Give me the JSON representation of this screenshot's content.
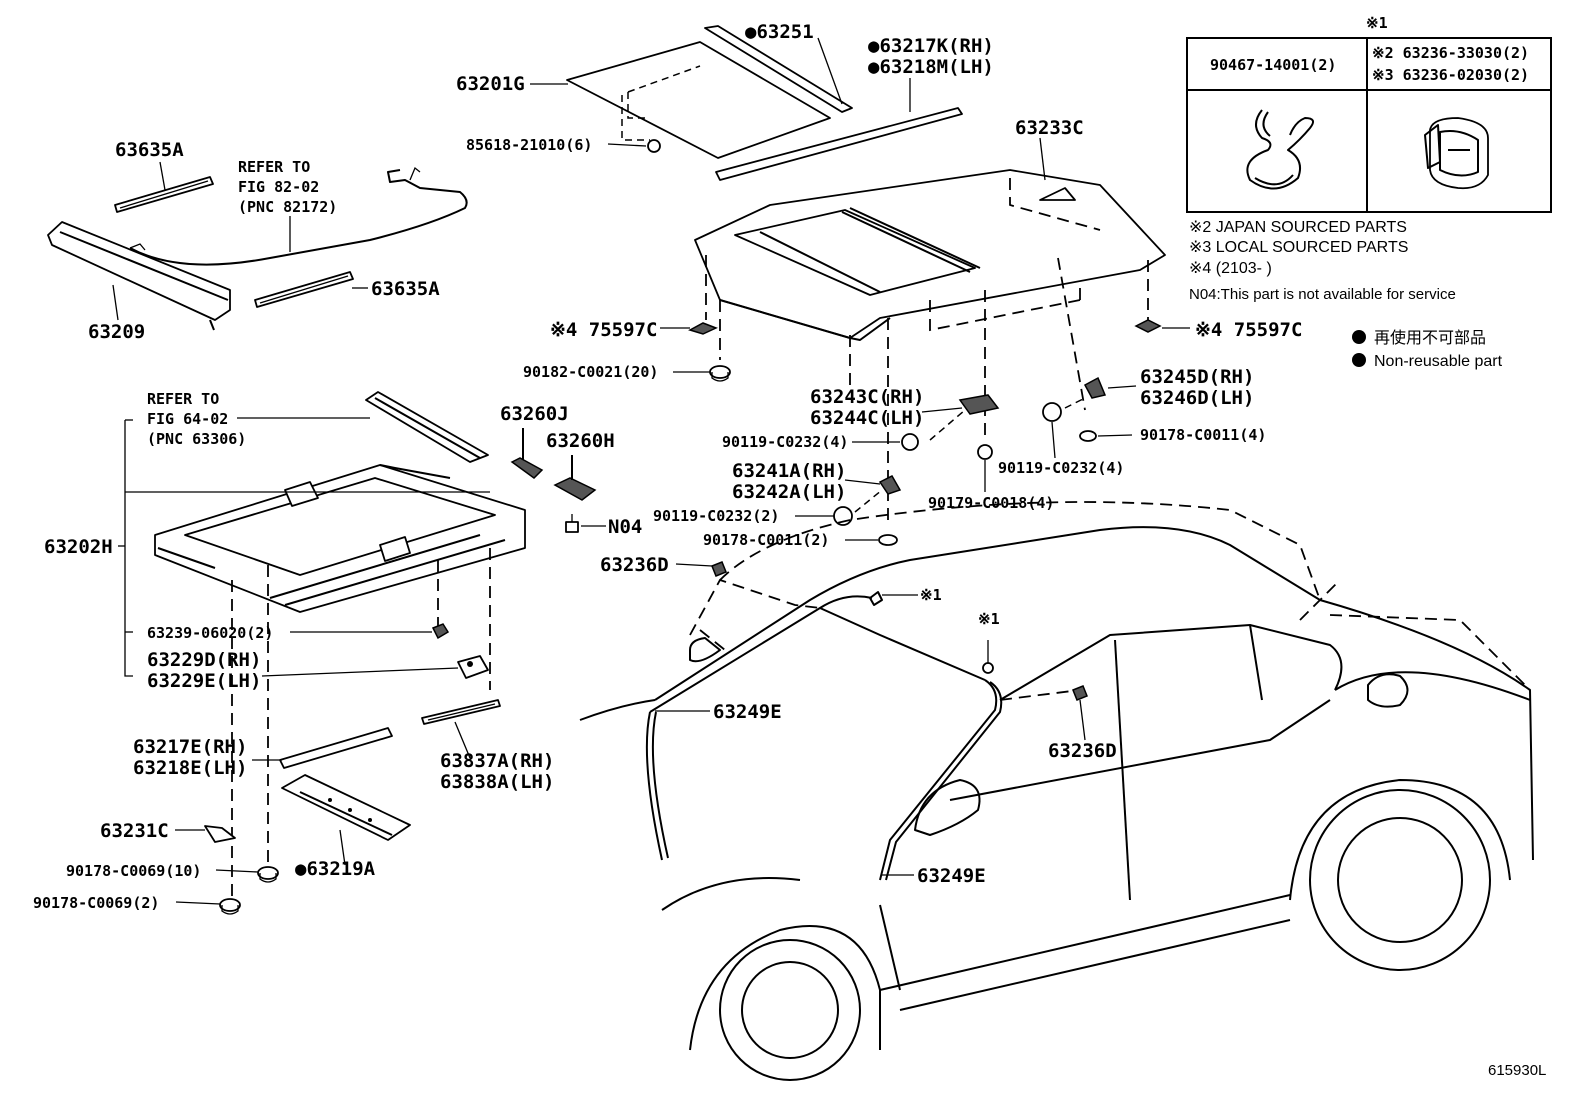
{
  "labels": {
    "p63251": "●63251",
    "p63217K": "●63217K(RH)",
    "p63218M": "●63218M(LH)",
    "p63201G": "63201G",
    "p85618": "85618-21010(6)",
    "p63233C": "63233C",
    "p63635A_1": "63635A",
    "refer82_1": "REFER TO",
    "refer82_2": "FIG 82-02",
    "refer82_3": "(PNC 82172)",
    "p63635A_2": "63635A",
    "p63209": "63209",
    "p75597C_1": "※4 75597C",
    "p75597C_2": "※4 75597C",
    "p90182": "90182-C0021(20)",
    "p63243C": "63243C(RH)",
    "p63244C": "63244C(LH)",
    "p63245D": "63245D(RH)",
    "p63246D": "63246D(LH)",
    "p90119_1": "90119-C0232(4)",
    "p90178_C0011_4": "90178-C0011(4)",
    "p90119_2": "90119-C0232(4)",
    "p63241A": "63241A(RH)",
    "p63242A": "63242A(LH)",
    "p90179": "90179-C0018(4)",
    "p90119_3": "90119-C0232(2)",
    "p90178_C0011_2": "90178-C0011(2)",
    "refer64_1": "REFER TO",
    "refer64_2": "FIG 64-02",
    "refer64_3": "(PNC 63306)",
    "p63260J": "63260J",
    "p63260H": "63260H",
    "pN04": "N04",
    "p63202H": "63202H",
    "p63236D_1": "63236D",
    "ref1_a": "※1",
    "ref1_b": "※1",
    "p63239": "63239-06020(2)",
    "p63229D": "63229D(RH)",
    "p63229E": "63229E(LH)",
    "p63249E_1": "63249E",
    "p63236D_2": "63236D",
    "p63217E": "63217E(RH)",
    "p63218E": "63218E(LH)",
    "p63837A": "63837A(RH)",
    "p63838A": "63838A(LH)",
    "p63231C": "63231C",
    "p90178_C0069_10": "90178-C0069(10)",
    "p63219A": "●63219A",
    "p90178_C0069_2": "90178-C0069(2)",
    "p63249E_2": "63249E",
    "fig_code": "615930L"
  },
  "ref_table": {
    "header": "※1",
    "left_part": "90467-14001(2)",
    "right_part_1": "※2 63236-33030(2)",
    "right_part_2": "※3 63236-02030(2)"
  },
  "notes": {
    "n2": "※2 JAPAN SOURCED PARTS",
    "n3": "※3 LOCAL SOURCED PARTS",
    "n4": "※4 (2103-       )",
    "n04": "N04:This part is not available for service"
  },
  "legend": {
    "jp": "再使用不可部品",
    "en": "Non-reusable part"
  }
}
